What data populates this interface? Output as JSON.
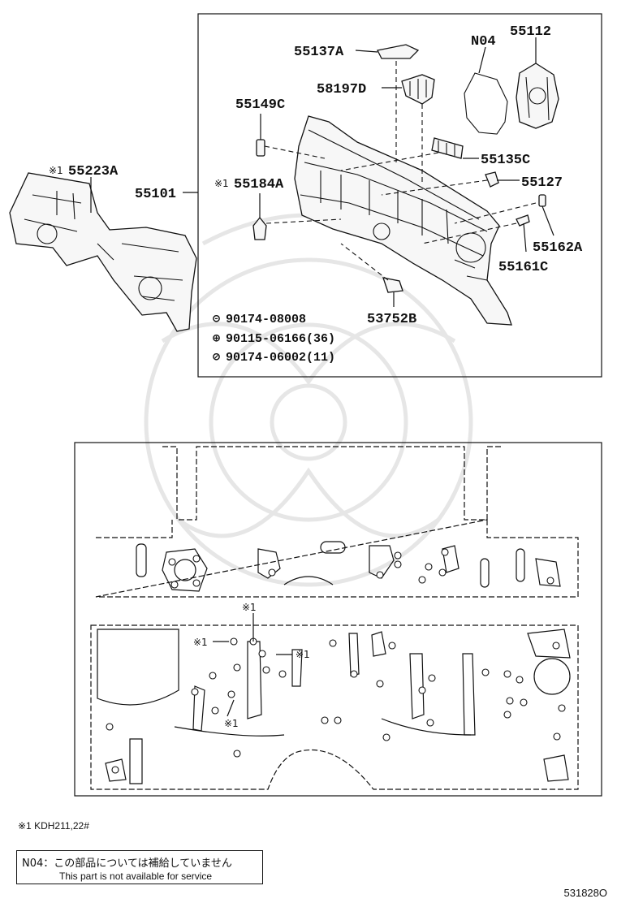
{
  "parts": {
    "dash_panel": "55101",
    "silencer": "55223A",
    "silencer_mark": "※1",
    "retainer_top": "55137A",
    "seal_n04": "N04",
    "cover": "55112",
    "bracket_58197d": "58197D",
    "clip_55149c": "55149C",
    "bracket_55135c": "55135C",
    "plug_55184a": "55184A",
    "plug_mark": "※1",
    "clip_55127": "55127",
    "clip_55162a": "55162A",
    "clip_55161c": "55161C",
    "bracket_53752b": "53752B"
  },
  "fasteners": [
    {
      "symbol": "⊝",
      "part": "90174-08008"
    },
    {
      "symbol": "⊕",
      "part": "90115-06166(36)"
    },
    {
      "symbol": "⊘",
      "part": "90174-06002(11)"
    }
  ],
  "plan_marks": [
    "※1",
    "※1",
    "※1",
    "※1"
  ],
  "footnote": "※1 KDH211,22#",
  "note": {
    "japanese": "N04：この部品については補給していません",
    "english": "This part is not available for service"
  },
  "diagram_id": "531828O"
}
